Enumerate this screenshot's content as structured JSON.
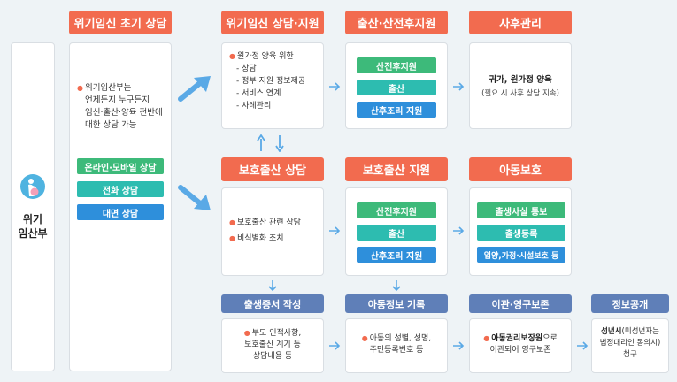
{
  "left_panel": {
    "label_line1": "위기",
    "label_line2": "임산부"
  },
  "initial": {
    "header": "위기임신 초기 상담",
    "desc": [
      "위기임산부는",
      "언제든지 누구든지",
      "임신·출산·양육 전반에",
      "대한 상담 가능"
    ],
    "pills": [
      "온라인·모바일 상담",
      "전화 상담",
      "대면 상담"
    ]
  },
  "support": {
    "header": "위기임신 상담·지원",
    "bullet": "원가정 양육 위한",
    "items": [
      "- 상담",
      "- 정부 지원 정보제공",
      "- 서비스 연계",
      "- 사례관리"
    ]
  },
  "birth_support": {
    "header": "출산·산전후지원",
    "pills": [
      "산전후지원",
      "출산",
      "산후조리 지원"
    ]
  },
  "aftercare": {
    "header": "사후관리",
    "line1": "귀가, 원가정 양육",
    "line2": "(필요 시 사후 상담 지속)"
  },
  "protected_consult": {
    "header": "보호출산 상담",
    "items": [
      "보호출산 관련 상담",
      "비식별화 조치"
    ]
  },
  "protected_support": {
    "header": "보호출산 지원",
    "pills": [
      "산전후지원",
      "출산",
      "산후조리 지원"
    ]
  },
  "child_protect": {
    "header": "아동보호",
    "pills": [
      "출생사실 통보",
      "출생등록",
      "입양,가정·시설보호 등"
    ]
  },
  "birth_cert": {
    "header": "출생증서 작성",
    "lines": [
      "부모 인적사항,",
      "보호출산 계기 등",
      "상담내용 등"
    ]
  },
  "child_record": {
    "header": "아동정보 기록",
    "lines": [
      "아동의 성별, 성명,",
      "주민등록번호 등"
    ]
  },
  "transfer": {
    "header": "이관·영구보존",
    "line1_bold": "아동권리보장원",
    "line1_rest": "으로",
    "line2": "이관되어 영구보존"
  },
  "disclosure": {
    "header": "정보공개",
    "line1_bold": "성년시",
    "line1_rest": "(미성년자는",
    "line2": "법정대리인 동의시)",
    "line3": "청구"
  },
  "colors": {
    "orange": "#f26b4f",
    "blue_header": "#5f7fb8",
    "green": "#3dba7a",
    "teal": "#2dbcb0",
    "blue": "#2e8fdb",
    "arrow": "#5aa9e6"
  }
}
